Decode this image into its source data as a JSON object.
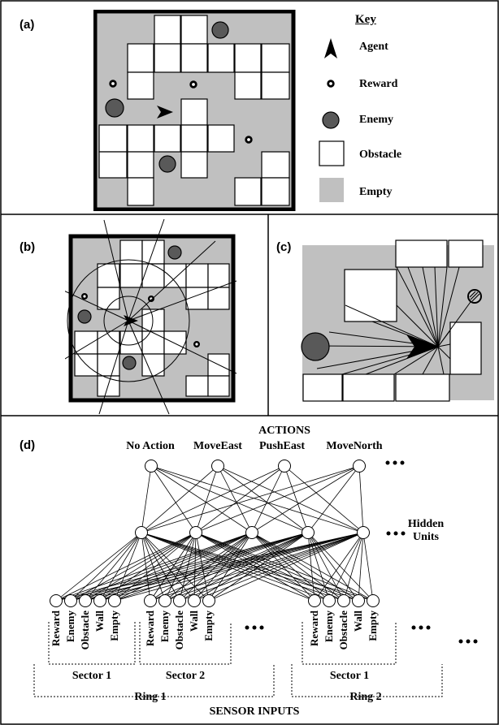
{
  "panels": {
    "a": {
      "label": "(a)"
    },
    "b": {
      "label": "(b)"
    },
    "c": {
      "label": "(c)"
    },
    "d": {
      "label": "(d)"
    }
  },
  "key": {
    "title": "Key",
    "items": [
      "Agent",
      "Reward",
      "Enemy",
      "Obstacle",
      "Empty"
    ]
  },
  "network": {
    "top_title": "ACTIONS",
    "actions": [
      "No Action",
      "MoveEast",
      "PushEast",
      "MoveNorth"
    ],
    "hidden_label_1": "Hidden",
    "hidden_label_2": "Units",
    "sensor_labels": [
      "Reward",
      "Enemy",
      "Obstacle",
      "Wall",
      "Empty"
    ],
    "sector_1": "Sector  1",
    "sector_2": "Sector  2",
    "sector_1b": "Sector  1",
    "ring_1": "Ring 1",
    "ring_2": "Ring 2",
    "bottom_title": "SENSOR INPUTS"
  },
  "colors": {
    "empty": "#c0c0c0",
    "enemy": "#595959",
    "ink": "#000000",
    "obstacle": "#ffffff"
  }
}
